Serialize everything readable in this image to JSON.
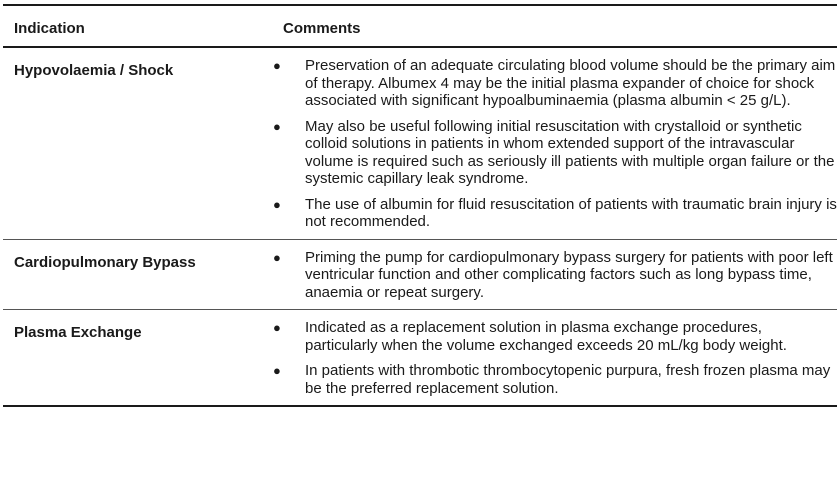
{
  "table": {
    "headers": [
      "Indication",
      "Comments"
    ],
    "rows": [
      {
        "indication": "Hypovolaemia / Shock",
        "comments": [
          "Preservation of an adequate circulating blood volume should be the primary aim of therapy. Albumex 4 may be the initial plasma expander of choice for shock associated with significant hypoalbuminaemia (plasma albumin < 25 g/L).",
          "May also be useful following initial resuscitation with crystalloid or synthetic colloid solutions in patients in whom extended support of the intravascular volume is required such as seriously ill patients with multiple organ failure or the systemic capillary leak syndrome.",
          "The use of albumin for fluid resuscitation of patients with traumatic brain injury is not recommended."
        ]
      },
      {
        "indication": "Cardiopulmonary Bypass",
        "comments": [
          "Priming the pump for cardiopulmonary bypass surgery for patients with poor left ventricular function and other complicating factors such as long bypass time, anaemia or repeat surgery."
        ]
      },
      {
        "indication": "Plasma Exchange",
        "comments": [
          "Indicated as a replacement solution in plasma exchange procedures, particularly when the volume exchanged exceeds 20 mL/kg body weight.",
          "In patients with thrombotic thrombocytopenic purpura, fresh frozen plasma may be the preferred replacement solution."
        ]
      }
    ]
  }
}
